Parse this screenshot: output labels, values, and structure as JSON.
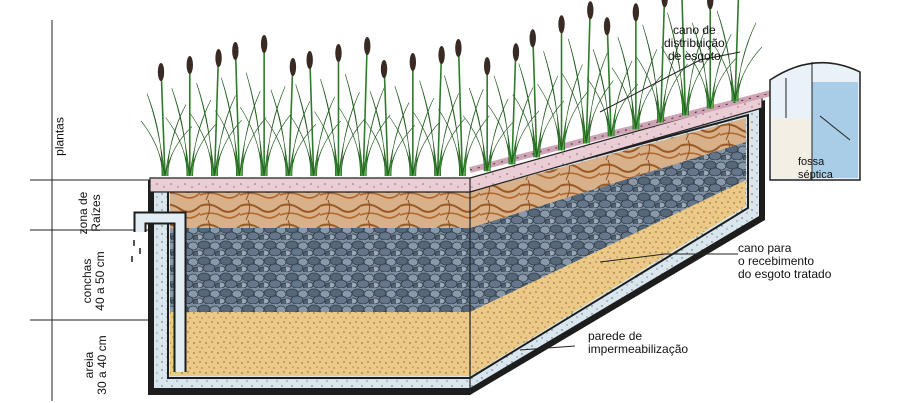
{
  "labels": {
    "distribution_pipe": "cano de\ndistribuição\nde esgoto",
    "septic_tank": "fossa\nséptica",
    "receiving_pipe": "cano para\no recebimento\ndo esgoto tratado",
    "waterproof_wall": "parede de\nimpermeabilização"
  },
  "layers": {
    "plants": "plantas",
    "roots": "zona de\nRaízes",
    "shells": "conchas\n40 a 50 cm",
    "sand": "areia\n30 a 40 cm"
  },
  "colors": {
    "soil": "#e7c6cf",
    "roots": "#c7894f",
    "gravel": "#6d7d8e",
    "sand": "#e9c77f",
    "water": "#cfe1ec",
    "leaf": "#3f9a3a",
    "cattail": "#3a2a24"
  }
}
